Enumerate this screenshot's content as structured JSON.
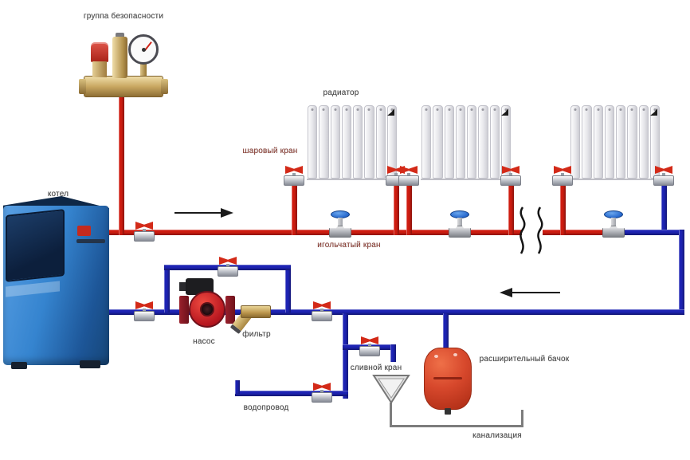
{
  "diagram": {
    "labels": {
      "safety_group": "группа безопасности",
      "boiler": "котел",
      "radiator": "радиатор",
      "ball_valve": "шаровый кран",
      "needle_valve": "игольчатый кран",
      "pump": "насос",
      "filter": "фильтр",
      "drain_valve": "сливной кран",
      "expansion_tank": "расширительный бачок",
      "water_supply": "водопровод",
      "sewerage": "канализация"
    },
    "colors": {
      "supply_pipe": "#cf1d11",
      "return_pipe": "#1e24b4",
      "sewer_pipe": "#7d7d7d",
      "boiler_blue": "#2f7ec8",
      "boiler_dark": "#0e2746",
      "pump_red": "#c0202c",
      "tank_red": "#d7482c",
      "brass": "#c7a45e",
      "valve_handle_red": "#d32a18",
      "needle_handle_blue": "#2a6cd0",
      "label_text": "#4a4a4a",
      "label_text_red": "#8a3a30"
    },
    "flow": {
      "supply_direction": "right",
      "return_direction": "left"
    },
    "radiators": {
      "count": 3,
      "sections_per_radiator": 8
    }
  }
}
